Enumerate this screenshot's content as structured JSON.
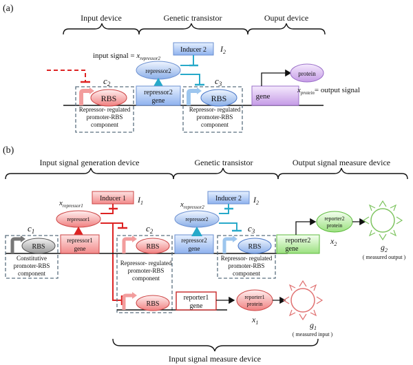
{
  "panel_a": {
    "label": "(a)",
    "sections": [
      "Input device",
      "Genetic transistor",
      "Ouput device"
    ],
    "inducer": "Inducer 2",
    "inducer_var": "I",
    "inducer_sub": "2",
    "input_signal_prefix": "input signal = ",
    "input_signal_var": "x",
    "input_signal_sub": "repressor2",
    "repressor": "repressor2",
    "rbs": "RBS",
    "c2": "c",
    "c2_sub": "2",
    "c3": "c",
    "c3_sub": "3",
    "gene1_line1": "repressor2",
    "gene1_line2": "gene",
    "gene_out": "gene",
    "protein": "protein",
    "output_var": "x",
    "output_sub": "protein",
    "output_suffix": "= output signal",
    "component_line1": "Repressor- regulated",
    "component_line2": "promoter-RBS",
    "component_line3": "component"
  },
  "panel_b": {
    "label": "(b)",
    "sections": [
      "Input signal generation device",
      "Genetic transistor",
      "Output signal measure device"
    ],
    "bottom_section": "Input signal measure device",
    "inducer1": "Inducer 1",
    "inducer1_var": "I",
    "inducer1_sub": "1",
    "inducer2": "Inducer 2",
    "inducer2_var": "I",
    "inducer2_sub": "2",
    "xrep1": "x",
    "xrep1_sub": "repressor1",
    "xrep2": "x",
    "xrep2_sub": "repressor2",
    "repressor1": "repressor1",
    "repressor2": "repressor2",
    "rbs": "RBS",
    "c1": "c",
    "c1_sub": "1",
    "c2": "c",
    "c2_sub": "2",
    "c3": "c",
    "c3_sub": "3",
    "rep1_gene_1": "repressor1",
    "rep1_gene_2": "gene",
    "rep2_gene_1": "repressor2",
    "rep2_gene_2": "gene",
    "reporter2_gene_1": "reporter2",
    "reporter2_gene_2": "gene",
    "reporter1_gene_1": "reporter1",
    "reporter1_gene_2": "gene",
    "reporter2_protein_1": "reporter2",
    "reporter2_protein_2": "protein",
    "reporter1_protein_1": "reporter1",
    "reporter1_protein_2": "protein",
    "x2": "x",
    "x2_sub": "2",
    "x1": "x",
    "x1_sub": "1",
    "g2": "g",
    "g2_sub": "2",
    "g1": "g",
    "g1_sub": "1",
    "measured_output": "( measured output )",
    "measured_input": "( measured input )",
    "constitutive_1": "Constitutive",
    "constitutive_2": "promoter-RBS",
    "constitutive_3": "component",
    "component_line1": "Repressor- regulated",
    "component_line2": "promoter-RBS",
    "component_line3": "component"
  }
}
